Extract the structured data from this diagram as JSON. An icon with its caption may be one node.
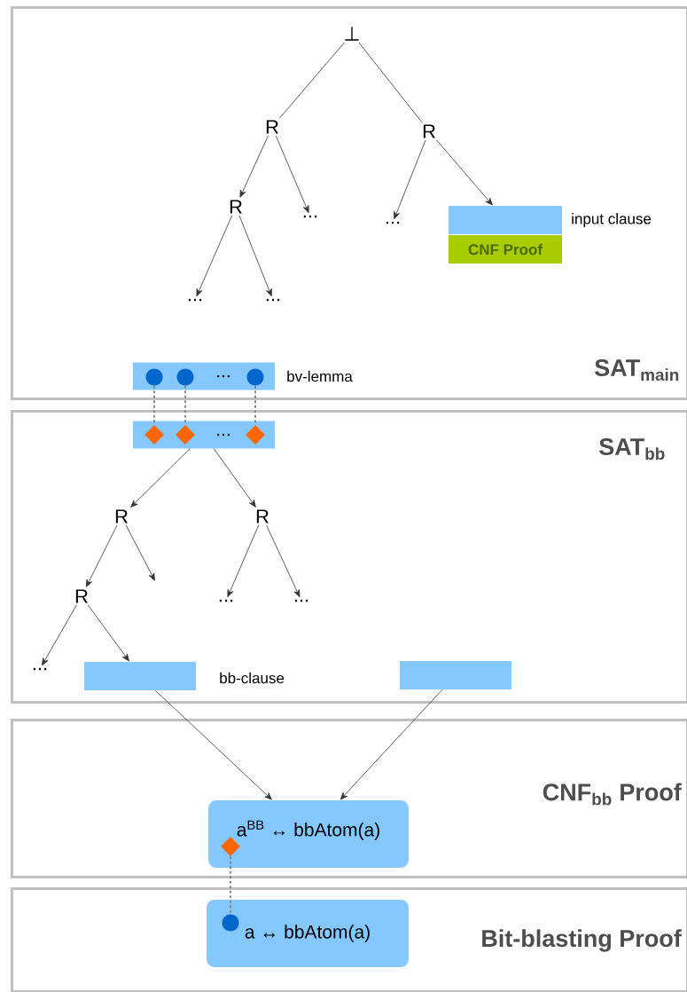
{
  "diagram": {
    "nodes": [
      {
        "text": [
          "SAT$_{main}$"
        ]
      },
      {
        "text": [
          "⊥"
        ],
        "in": 0
      },
      {
        "text": [
          "R"
        ],
        "in": 0
      },
      {
        "text": [
          "R"
        ],
        "in": 0
      },
      {
        "text": [
          "R"
        ],
        "in": 0
      },
      {
        "text": [
          "..."
        ],
        "in": 0
      },
      {
        "text": [
          "..."
        ],
        "in": 0
      },
      {
        "text": [],
        "shape": "box",
        "beside": [
          "input clause"
        ],
        "in": 0
      },
      {
        "text": [
          "CNF Proof"
        ],
        "in": 0
      },
      {
        "text": [
          "..."
        ],
        "in": 0
      },
      {
        "text": [
          "..."
        ],
        "in": 0
      },
      {
        "text": [
          "..."
        ],
        "beside": [
          "bv-lemma"
        ],
        "in": 0
      },
      {
        "text": [],
        "shape": "circle",
        "in": 11
      },
      {
        "text": [],
        "shape": "circle",
        "in": 11
      },
      {
        "text": [],
        "shape": "circle",
        "in": 11
      },
      {
        "text": [
          "SAT$_{bb}$"
        ]
      },
      {
        "text": [
          "..."
        ],
        "in": 15
      },
      {
        "text": [],
        "shape": "diamond",
        "in": 16
      },
      {
        "text": [],
        "shape": "diamond",
        "in": 16
      },
      {
        "text": [],
        "shape": "diamond",
        "in": 16
      },
      {
        "text": [
          "R"
        ],
        "in": 15
      },
      {
        "text": [
          "R"
        ],
        "in": 15
      },
      {
        "text": [
          "R"
        ],
        "in": 15
      },
      {
        "text": [
          "..."
        ],
        "in": 15
      },
      {
        "text": [
          "..."
        ],
        "in": 15
      },
      {
        "text": [
          "..."
        ],
        "in": 15
      },
      {
        "text": [],
        "shape": "box",
        "beside": [
          "bb-clause"
        ],
        "in": 15
      },
      {
        "text": [],
        "shape": "box",
        "in": 15
      },
      {
        "text": [
          "CNF$_{bb}$ Proof"
        ]
      },
      {
        "text": [
          "a$^{BB}$ ↔ bbAtom(a)"
        ],
        "in": 28
      },
      {
        "text": [],
        "shape": "diamond",
        "in": 29
      },
      {
        "text": [
          "Bit-blasting Proof"
        ]
      },
      {
        "text": [
          "a ↔ bbAtom(a)"
        ],
        "in": 31
      },
      {
        "text": [],
        "shape": "circle",
        "in": 32
      }
    ],
    "edges": [
      {
        "from": 1,
        "to": 2,
        "arrow": "none"
      },
      {
        "from": 1,
        "to": 3,
        "arrow": "none"
      },
      {
        "from": 2,
        "to": 4,
        "arrow": "to"
      },
      {
        "from": 2,
        "to": 5,
        "arrow": "to"
      },
      {
        "from": 3,
        "to": 6,
        "arrow": "to"
      },
      {
        "from": 3,
        "to": 7,
        "arrow": "to"
      },
      {
        "from": 4,
        "to": 9,
        "arrow": "to"
      },
      {
        "from": 4,
        "to": 10,
        "arrow": "to"
      },
      {
        "from": 12,
        "to": 17,
        "arrow": "none",
        "style": "dashed",
        "color": "#808080"
      },
      {
        "from": 13,
        "to": 18,
        "arrow": "none",
        "style": "dashed",
        "color": "#808080"
      },
      {
        "from": 14,
        "to": 19,
        "arrow": "none",
        "style": "dashed",
        "color": "#808080"
      },
      {
        "from": 16,
        "to": 20,
        "arrow": "to"
      },
      {
        "from": 16,
        "to": 21,
        "arrow": "to"
      },
      {
        "from": 20,
        "to": 22,
        "arrow": "to"
      },
      {
        "from": 20,
        "to": null,
        "arrow": "to"
      },
      {
        "from": 21,
        "to": 23,
        "arrow": "to"
      },
      {
        "from": 21,
        "to": 24,
        "arrow": "to"
      },
      {
        "from": 22,
        "to": 25,
        "arrow": "to"
      },
      {
        "from": 22,
        "to": 26,
        "arrow": "to"
      },
      {
        "from": 26,
        "to": 29,
        "arrow": "to"
      },
      {
        "from": 27,
        "to": 29,
        "arrow": "to"
      },
      {
        "from": 30,
        "to": 33,
        "arrow": "none",
        "style": "dashed",
        "color": "#808080"
      }
    ]
  }
}
